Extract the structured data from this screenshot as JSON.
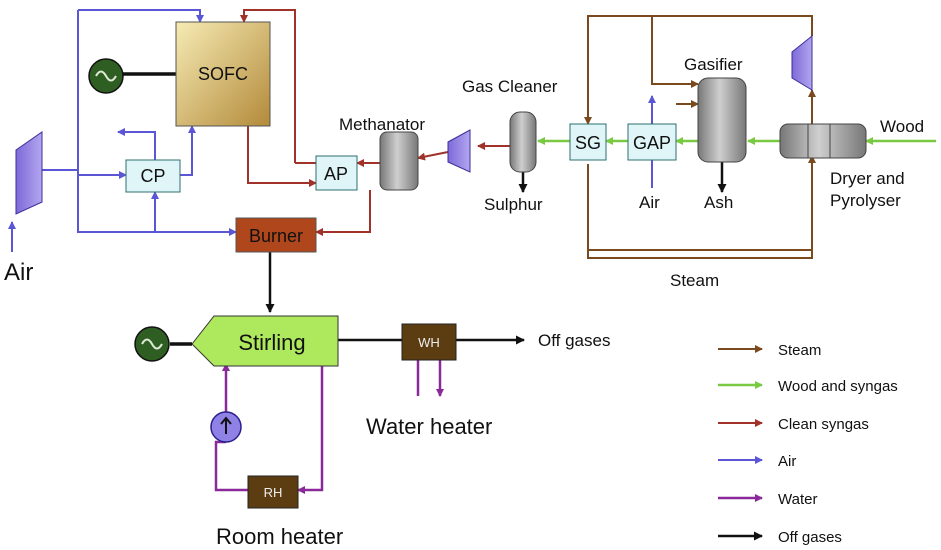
{
  "colors": {
    "steam": "#7a4a1e",
    "wood_syngas": "#7ac943",
    "clean_syngas": "#a0322a",
    "air": "#5a56d6",
    "water": "#8a2a9a",
    "off_gases": "#111111"
  },
  "components": {
    "sofc": "SOFC",
    "cp": "CP",
    "ap": "AP",
    "burner": "Burner",
    "stirling": "Stirling",
    "wh": "WH",
    "rh": "RH",
    "sg": "SG",
    "gap": "GAP"
  },
  "labels": {
    "air_inlet": "Air",
    "methanator": "Methanator",
    "gas_cleaner": "Gas Cleaner",
    "sulphur": "Sulphur",
    "gasifier": "Gasifier",
    "air_gap": "Air",
    "ash": "Ash",
    "wood": "Wood",
    "dryer_line1": "Dryer and",
    "dryer_line2": "Pyrolyser",
    "steam": "Steam",
    "off_gases": "Off gases",
    "water_heater": "Water heater",
    "room_heater": "Room heater"
  },
  "legend": [
    {
      "label": "Steam",
      "color": "#7a4a1e"
    },
    {
      "label": "Wood and syngas",
      "color": "#7ac943"
    },
    {
      "label": "Clean syngas",
      "color": "#a0322a"
    },
    {
      "label": "Air",
      "color": "#5a56d6"
    },
    {
      "label": "Water",
      "color": "#8a2a9a"
    },
    {
      "label": "Off gases",
      "color": "#111111"
    }
  ]
}
